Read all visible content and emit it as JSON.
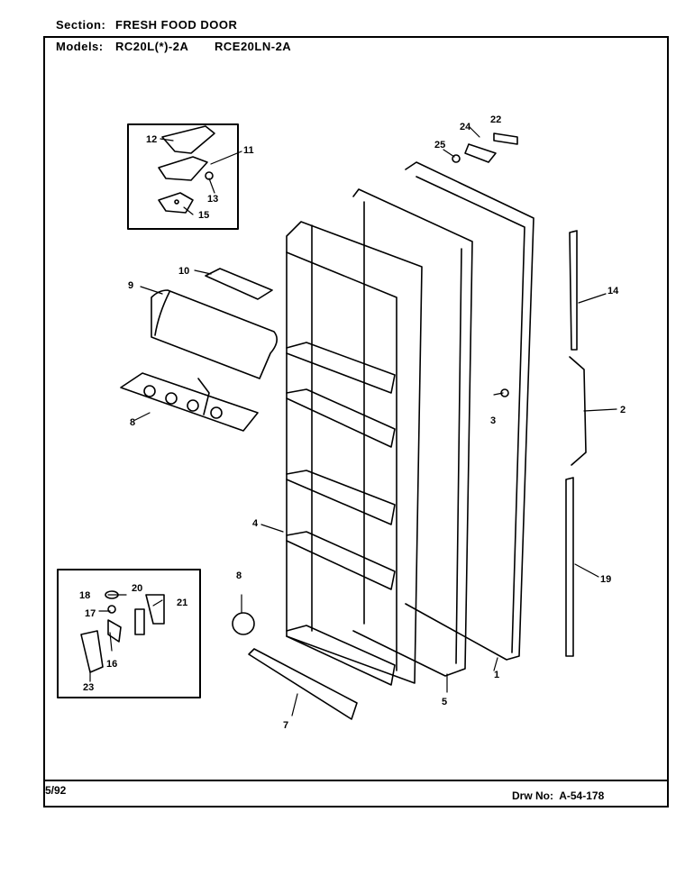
{
  "header": {
    "section_label": "Section:",
    "section_value": "FRESH FOOD DOOR",
    "models_label": "Models:",
    "model_1": "RC20L(*)-2A",
    "model_2": "RCE20LN-2A"
  },
  "footer": {
    "date": "5/92",
    "drawing_number": "Drw No:  A-54-178"
  },
  "callouts": {
    "c1": "1",
    "c2": "2",
    "c3": "3",
    "c4": "4",
    "c5": "5",
    "c7": "7",
    "c8a": "8",
    "c8b": "8",
    "c9": "9",
    "c10": "10",
    "c11": "11",
    "c12": "12",
    "c13": "13",
    "c14": "14",
    "c15": "15",
    "c16": "16",
    "c17": "17",
    "c18": "18",
    "c19": "19",
    "c20": "20",
    "c21": "21",
    "c22": "22",
    "c23": "23",
    "c24": "24",
    "c25": "25"
  }
}
